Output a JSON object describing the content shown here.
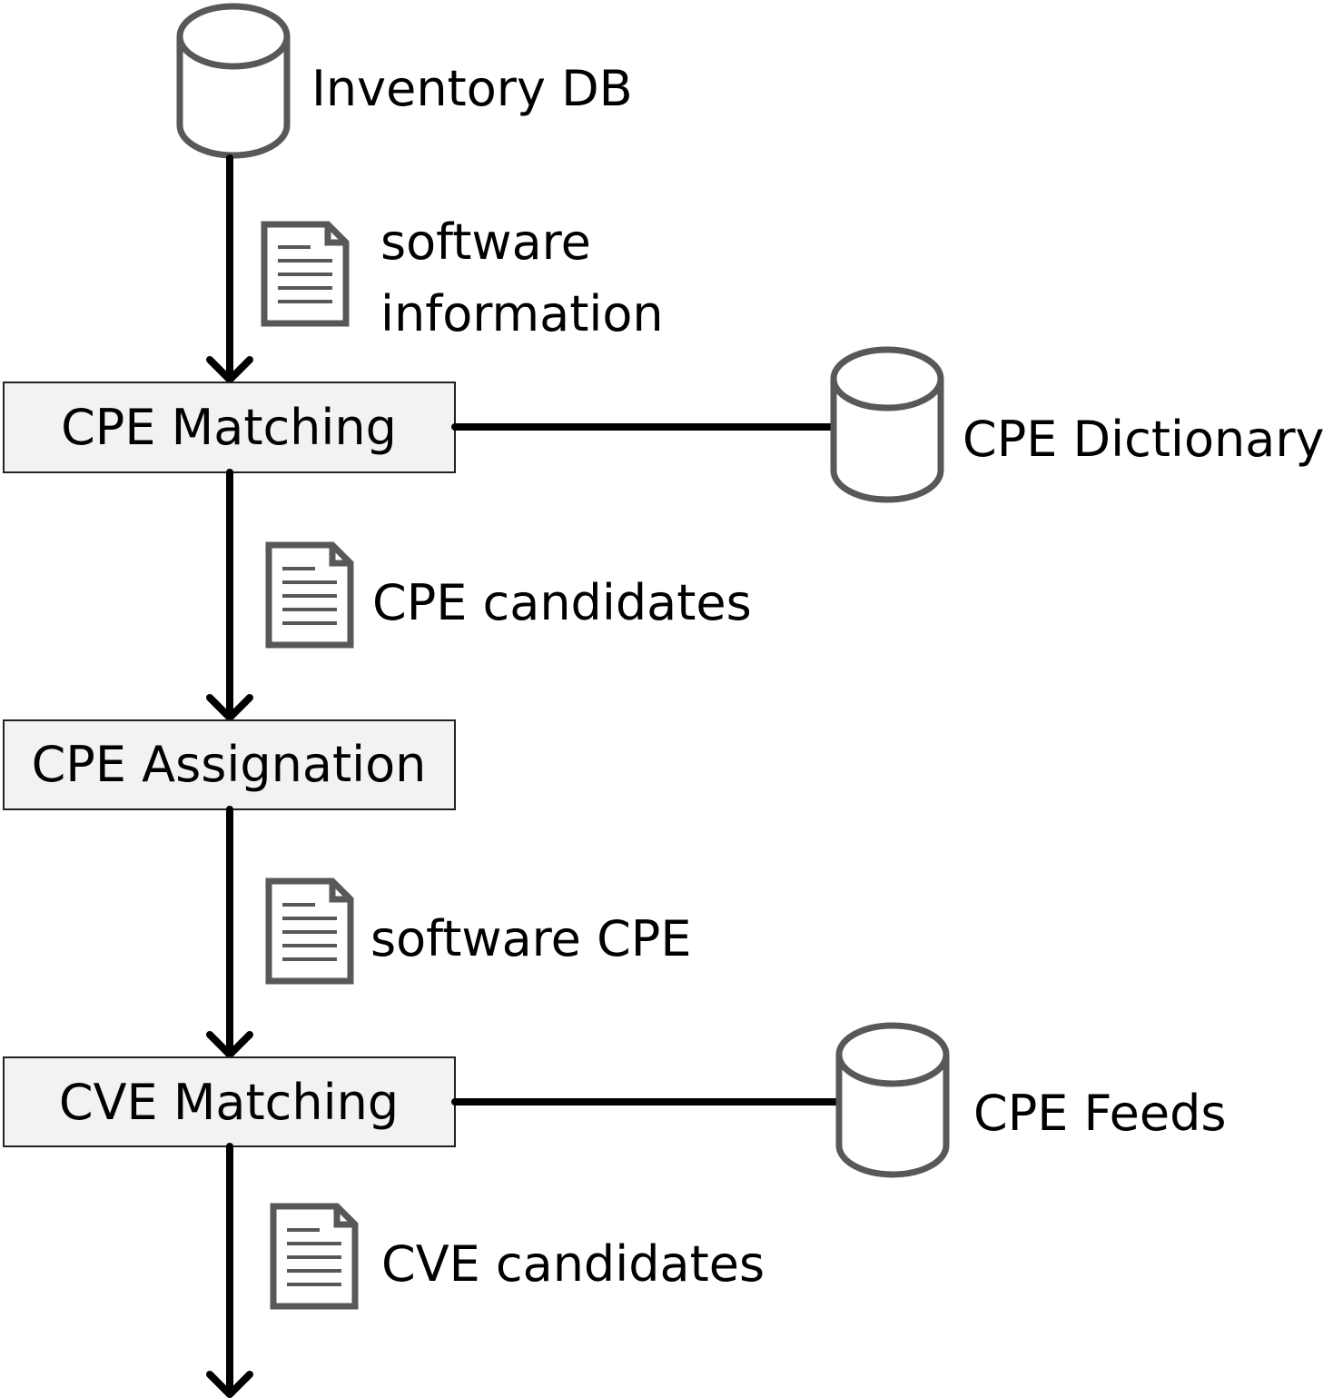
{
  "databases": {
    "inventory": "Inventory DB",
    "cpe_dictionary": "CPE Dictionary",
    "cpe_feeds": "CPE Feeds"
  },
  "processes": {
    "cpe_matching": "CPE Matching",
    "cpe_assignation": "CPE Assignation",
    "cve_matching": "CVE Matching"
  },
  "documents": {
    "software_information_line1": "software",
    "software_information_line2": "information",
    "cpe_candidates": "CPE candidates",
    "software_cpe": "software CPE",
    "cve_candidates": "CVE candidates"
  },
  "colors": {
    "icon_stroke": "#58585b",
    "box_fill": "#f2f2f2",
    "flow_line": "#000000"
  }
}
